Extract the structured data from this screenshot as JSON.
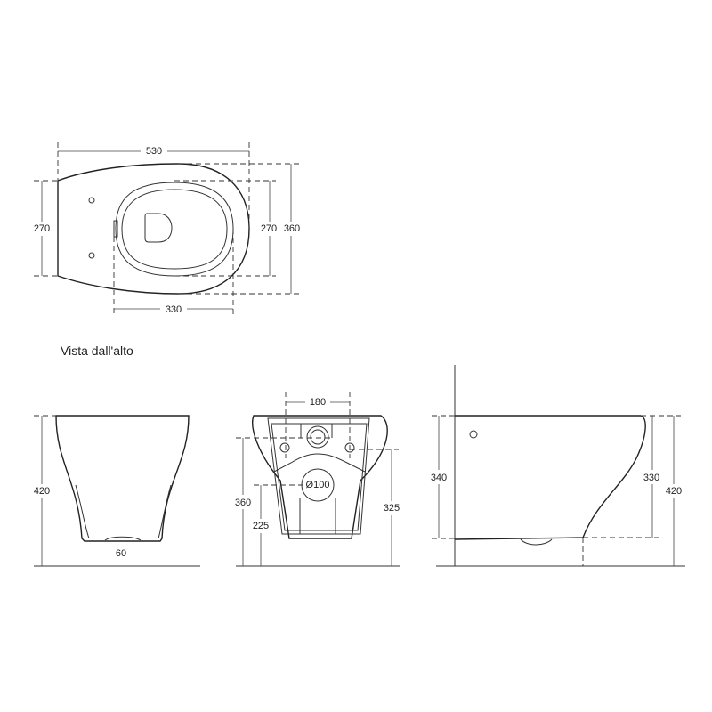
{
  "top_view": {
    "title": "Vista dall'alto",
    "dims": {
      "length": "530",
      "fixing_width": "270",
      "seat_width": "270",
      "total_width": "360",
      "seat_length": "330"
    }
  },
  "front_view": {
    "dims": {
      "height": "420",
      "base": "60"
    }
  },
  "back_view": {
    "dims": {
      "bolt_spacing": "180",
      "inlet_height": "360",
      "outlet_height": "225",
      "bolt_height": "325",
      "outlet_diameter": "Ø100"
    }
  },
  "side_view": {
    "dims": {
      "rim_to_bottom": "340",
      "bowl_depth": "330",
      "height": "420"
    }
  }
}
